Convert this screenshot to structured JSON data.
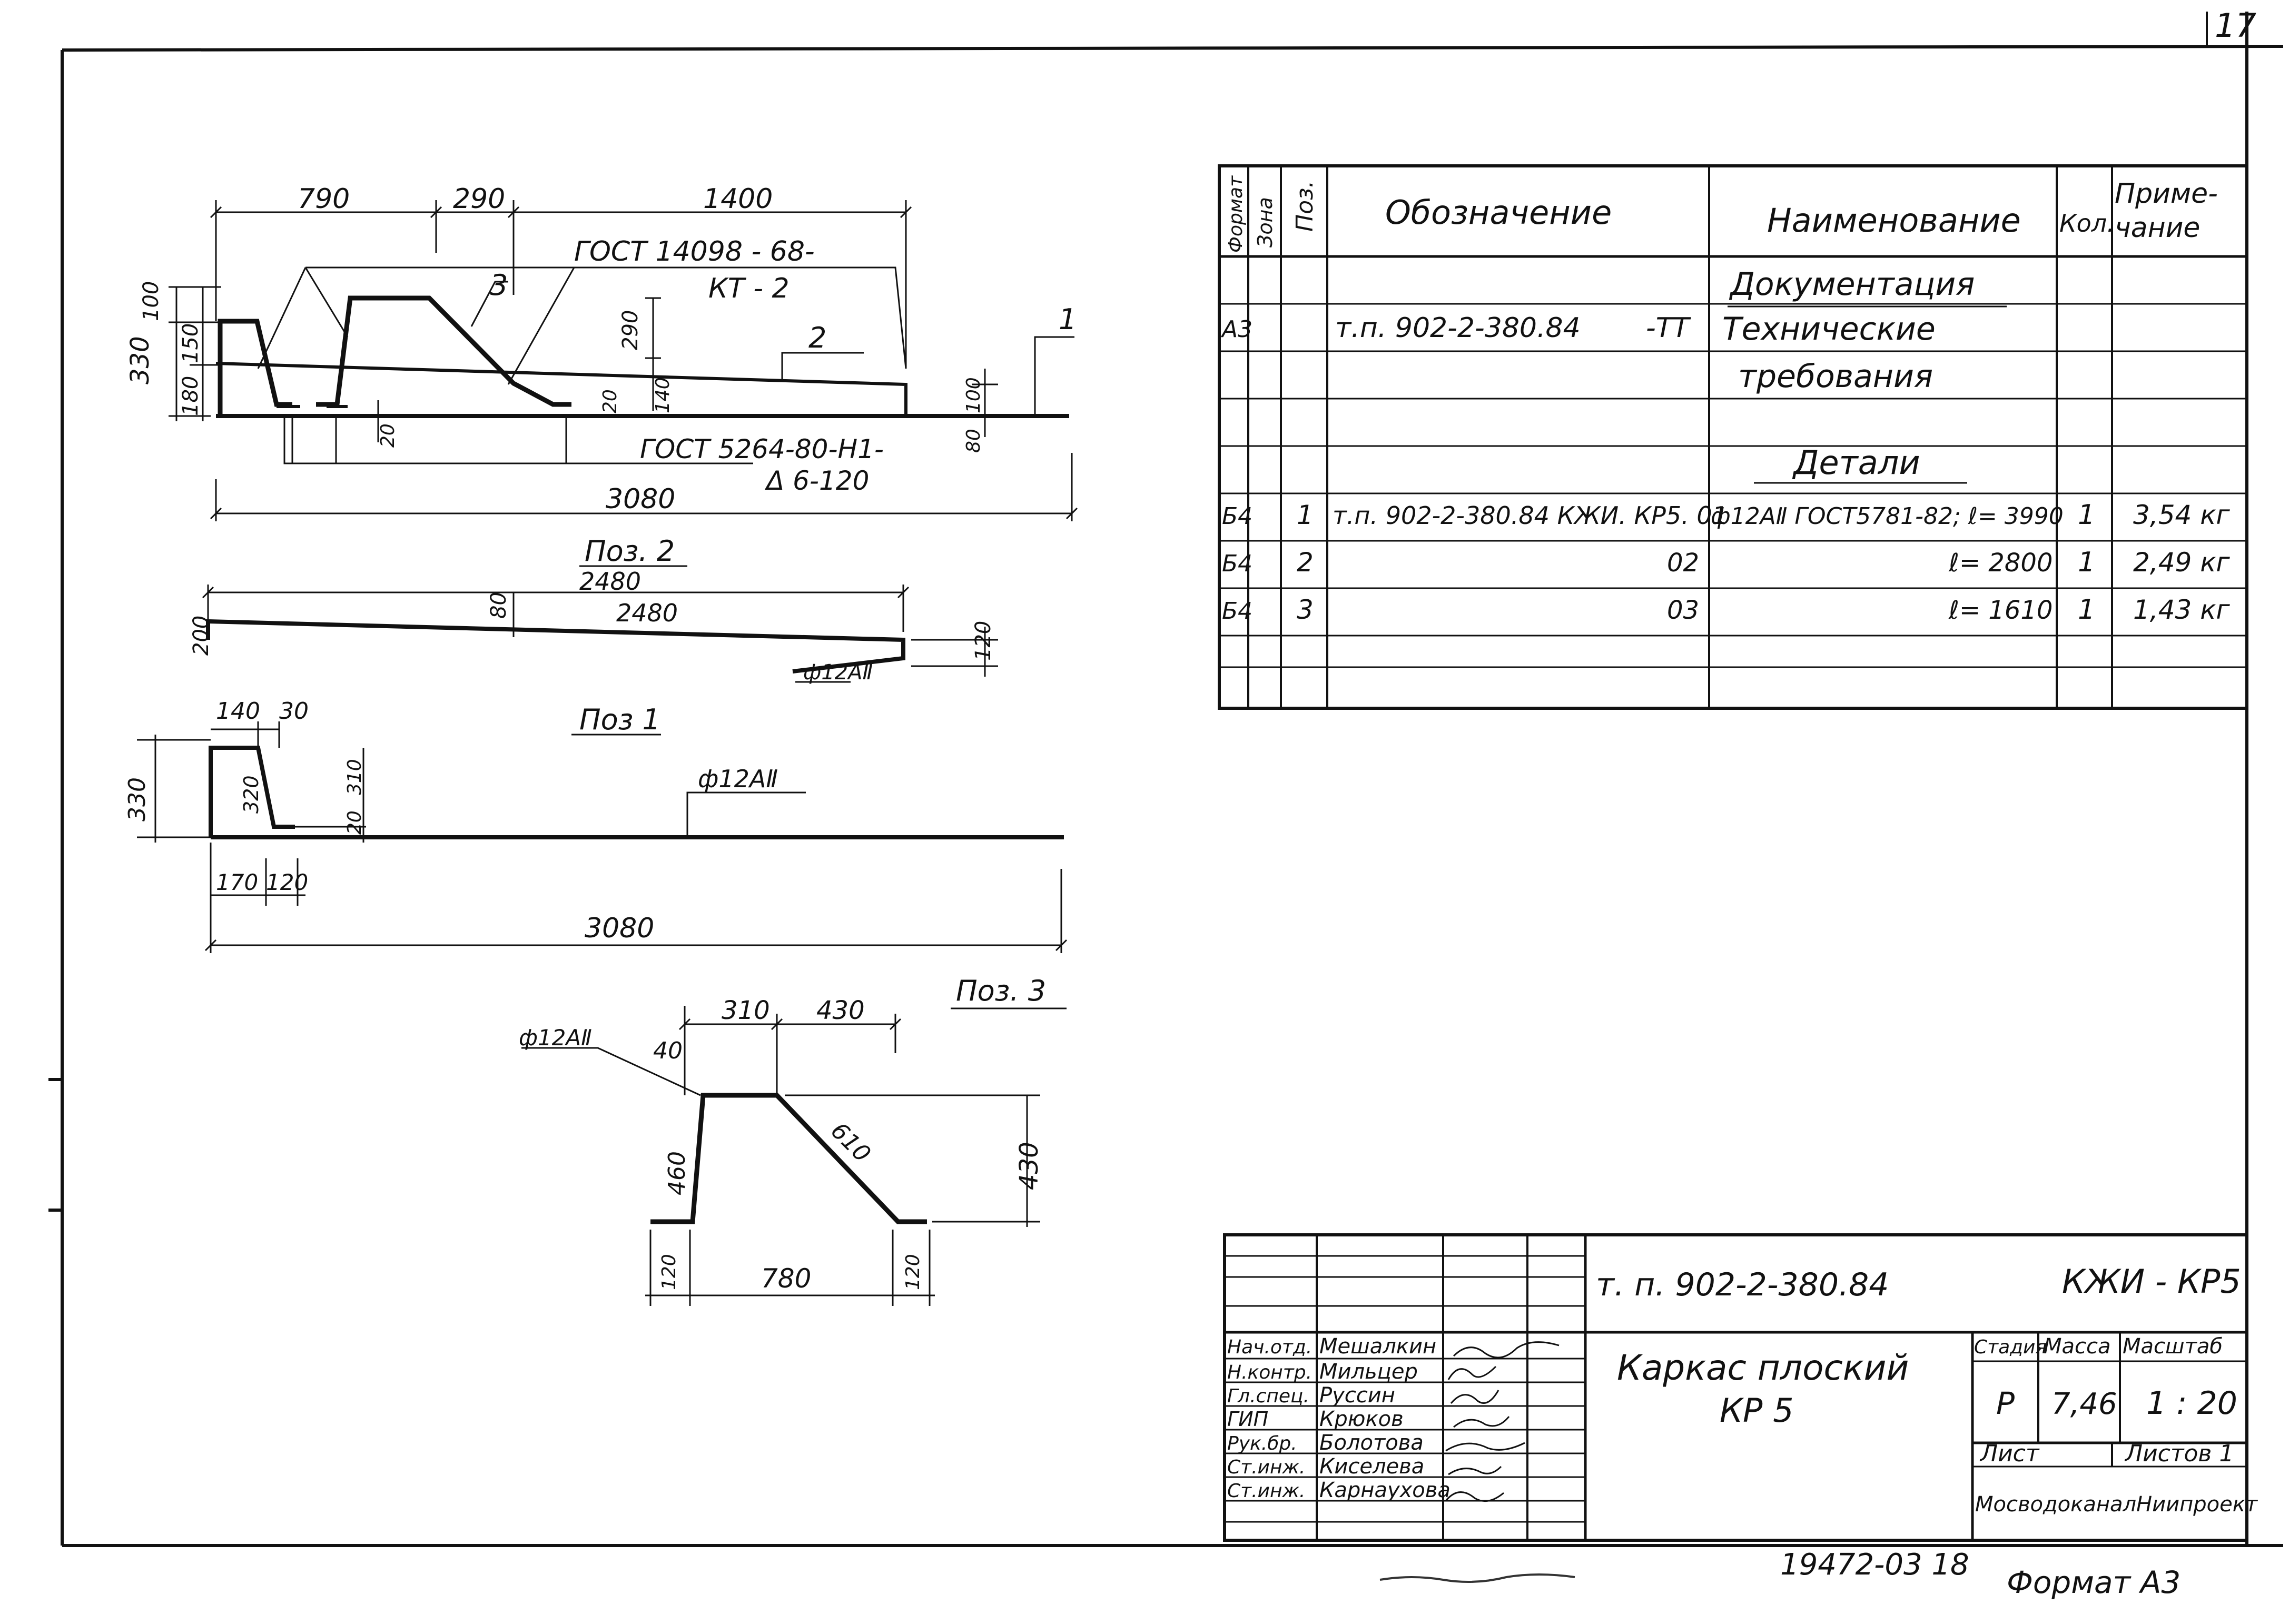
{
  "sheet_number": "17",
  "drawing": {
    "dims": {
      "d790": "790",
      "d290": "290",
      "d1400": "1400",
      "d100": "100",
      "d330": "330",
      "d150": "150",
      "d180": "180",
      "d20a": "20",
      "d290v": "290",
      "d20b": "20",
      "d140": "140",
      "d100r": "100",
      "d80r": "80",
      "d3080": "3080"
    },
    "labels": {
      "gost1": "ГОСТ  14098 - 68-",
      "gost1b": "КТ - 2",
      "gost2": "ГОСТ 5264-80-Н1-",
      "gost2b": "Δ 6-120",
      "lead1": "1",
      "lead2": "2",
      "lead3": "3"
    }
  },
  "poz2": {
    "title": "Поз. 2",
    "dims": {
      "d2480a": "2480",
      "d2480b": "2480",
      "d80": "80",
      "d200": "200",
      "d120": "120"
    },
    "bar": "ф12АⅡ"
  },
  "poz1": {
    "title": "Поз 1",
    "dims": {
      "d140": "140",
      "d30": "30",
      "d330": "330",
      "d320": "320",
      "d20": "20",
      "d310": "310",
      "d170": "170",
      "d120": "120",
      "d3080": "3080"
    },
    "bar": "ф12АⅡ"
  },
  "poz3": {
    "title": "Поз. 3",
    "dims": {
      "d310": "310",
      "d430": "430",
      "d40": "40",
      "d460": "460",
      "d610": "610",
      "d430v": "430",
      "d120a": "120",
      "d780": "780",
      "d120b": "120"
    },
    "bar": "ф12АⅡ"
  },
  "spec": {
    "headers": {
      "format": "Формат",
      "zone": "Зона",
      "pos": "Поз.",
      "designation": "Обозначение",
      "name": "Наименование",
      "qty": "Кол.",
      "note1": "Приме-",
      "note2": "чание"
    },
    "section_docs": "Документация",
    "doc_row": {
      "format": "А3",
      "designation": "т.п. 902-2-380.84",
      "suffix": "-ТТ",
      "name1": "Технические",
      "name2": "требования"
    },
    "section_parts": "Детали",
    "rows": [
      {
        "format": "Б4",
        "pos": "1",
        "designation": "т.п. 902-2-380.84 КЖИ. КР5. 01",
        "name": "ф12АⅡ ГОСТ5781-82; ℓ= 3990",
        "qty": "1",
        "note": "3,54 кг"
      },
      {
        "format": "Б4",
        "pos": "2",
        "designation": "02",
        "name": "ℓ= 2800",
        "qty": "1",
        "note": "2,49 кг"
      },
      {
        "format": "Б4",
        "pos": "3",
        "designation": "03",
        "name": "ℓ= 1610",
        "qty": "1",
        "note": "1,43 кг"
      }
    ]
  },
  "title_block": {
    "code": "т. п. 902-2-380.84",
    "mark": "КЖИ - КР5",
    "title1": "Каркас плоский",
    "title2": "КР 5",
    "stage_label": "Стадия",
    "mass_label": "Масса",
    "scale_label": "Масштаб",
    "stage": "Р",
    "mass": "7,46",
    "scale": "1 : 20",
    "sheet_label": "Лист",
    "sheets_label": "Листов 1",
    "org": "МосводоканалНиипроект",
    "people": [
      {
        "role": "Нач.отд.",
        "name": "Мешалкин"
      },
      {
        "role": "Н.контр.",
        "name": "Мильцер"
      },
      {
        "role": "Гл.спец.",
        "name": "Руссин"
      },
      {
        "role": "ГИП",
        "name": "Крюков"
      },
      {
        "role": "Рук.бр.",
        "name": "Болотова"
      },
      {
        "role": "Ст.инж.",
        "name": "Киселева"
      },
      {
        "role": "Ст.инж.",
        "name": "Карнаухова"
      }
    ]
  },
  "footer": {
    "archive": "19472-03 18",
    "format": "Формат А3"
  }
}
